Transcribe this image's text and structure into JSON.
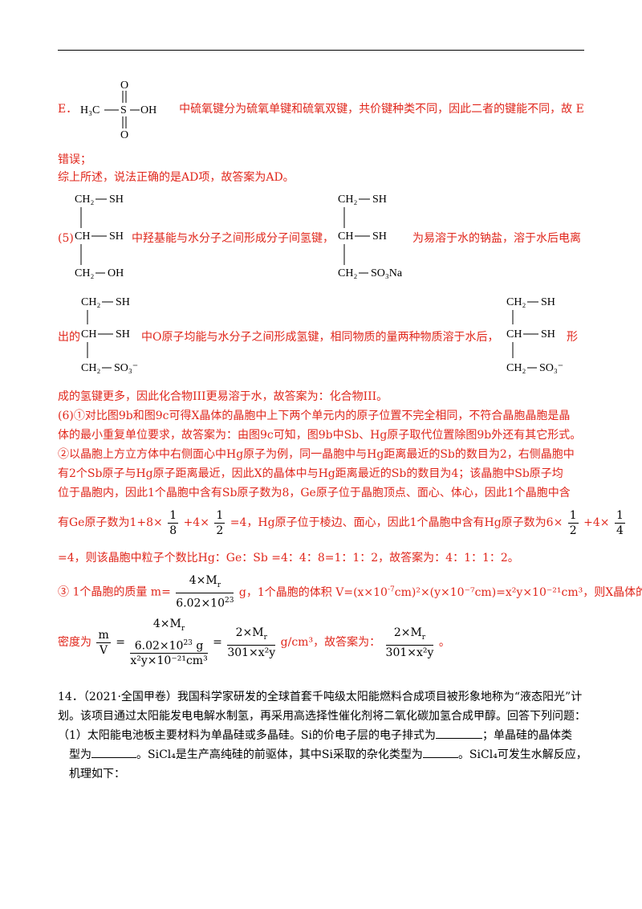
{
  "lines": {
    "e_prefix": "E．",
    "e_text": "中硫氧键分为硫氧单键和硫氧双键，共价键种类不同，因此二者的键能不同，故 E",
    "e_cont": "错误；",
    "summary": "综上所述，说法正确的是AD项，故答案为AD。",
    "p5_label": "(5)",
    "p5_text1": "中羟基能与水分子之间形成分子间氢键，",
    "p5_text2": "为易溶于水的钠盐，溶于水后电离",
    "p5_out": "出的",
    "p5_text3": "中O原子均能与水分子之间形成氢键，相同物质的量两种物质溶于水后，",
    "p5_text4": "形",
    "p5_conclusion": "成的氢键更多，因此化合物III更易溶于水，故答案为：化合物III。",
    "p6_1a": "(6)①对比图9b和图9c可得X晶体的晶胞中上下两个单元内的原子位置不完全相同，不符合晶胞晶胞是晶",
    "p6_1b": "体的最小重复单位要求，故答案为：由图9c可知，图9b中Sb、Hg原子取代位置除图9b外还有其它形式。",
    "p6_2a": "②以晶胞上方立方体中右侧面心中Hg原子为例，同一晶胞中与Hg距离最近的Sb的数目为2，右侧晶胞中",
    "p6_2b": "有2个Sb原子与Hg原子距离最近，因此X的晶体中与Hg距离最近的Sb的数目为4；该晶胞中Sb原子均",
    "p6_2c": "位于晶胞内，因此1个晶胞中含有Sb原子数为8，Ge原子位于晶胞顶点、面心、体心，因此1个晶胞中含",
    "p6_2d_pre": "有Ge原子数为1+8×",
    "p6_2d_mid1": "+4×",
    "p6_2d_mid2": "=4，Hg原子位于棱边、面心，因此1个晶胞中含有Hg原子数为6×",
    "p6_2d_mid3": "+4×",
    "p6_2e": "=4，则该晶胞中粒子个数比Hg：Ge：Sb =4：4：8=1：1：2，故答案为：4：1：1：2。",
    "p6_3_pre": "③ 1个晶胞的质量 m=",
    "p6_3_g": "g，1个晶胞的体积 V=(x×10",
    "p6_3_rest": "cm)²×(y×10⁻⁷cm)=x²y×10⁻²¹cm³，则X晶体的",
    "p6_3_exp": "-7",
    "density_pre": "密度为",
    "density_unit": "g/cm³，故答案为：",
    "density_end": "。",
    "q14_a": "14．（2021·全国甲卷）我国科学家研发的全球首套千吨级太阳能燃料合成项目被形象地称为“液态阳光”计",
    "q14_b": "划。该项目通过太阳能发电电解水制氢，再采用高选择性催化剂将二氧化碳加氢合成甲醇。回答下列问题：",
    "q14_c": "（1）太阳能电池板主要材料为单晶硅或多晶硅。Si的价电子层的电子排式为",
    "q14_c2": "；单晶硅的晶体类",
    "q14_d1": "型为",
    "q14_d2": "。SiCl₄是生产高纯硅的前驱体，其中Si采取的杂化类型为",
    "q14_d3": "。SiCl₄可发生水解反应，",
    "q14_e": "机理如下："
  },
  "fractions": {
    "f1_num": "1",
    "f1_den": "8",
    "f2_num": "1",
    "f2_den": "2",
    "f3_num": "1",
    "f3_den": "2",
    "f4_num": "1",
    "f4_den": "4",
    "mass_num": "4×M",
    "mass_den": "6.02×10",
    "mass_den_exp": "23",
    "dens_m": "m",
    "dens_v": "V",
    "dens_big_num_top": "4×M",
    "dens_big_num_mid": "6.02×10",
    "dens_big_exp": "23",
    "dens_big_g": "g",
    "dens_big_den": "x²y×10⁻²¹cm³",
    "dens_r_num": "2×M",
    "dens_r_den": "301×x²y",
    "sub_r": "r"
  },
  "structures": {
    "msa": {
      "h3c": "H₃C",
      "s": "S",
      "oh": "OH",
      "o": "O"
    },
    "c1": [
      "CH₂",
      "SH",
      "CH",
      "SH",
      "CH₂",
      "OH"
    ],
    "c2": [
      "CH₂",
      "SH",
      "CH",
      "SH",
      "CH₂",
      "SO₃Na"
    ],
    "c3": [
      "CH₂",
      "SH",
      "CH",
      "SH",
      "CH₂",
      "SO₃⁻"
    ]
  },
  "colors": {
    "answer": "#e0261b",
    "question": "#000000"
  }
}
